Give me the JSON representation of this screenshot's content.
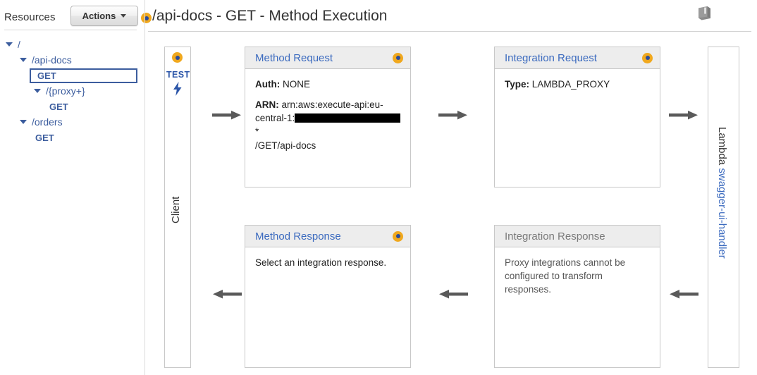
{
  "topbar": {
    "resources_label": "Resources",
    "actions_label": "Actions",
    "page_title": "/api-docs - GET - Method Execution",
    "book_icon": "documentation-book-icon"
  },
  "sidebar": {
    "tree": [
      {
        "label": "/",
        "type": "resource",
        "depth": 0,
        "expanded": true
      },
      {
        "label": "/api-docs",
        "type": "resource",
        "depth": 1,
        "expanded": true
      },
      {
        "label": "GET",
        "type": "method",
        "depth": 2,
        "selected": true
      },
      {
        "label": "/{proxy+}",
        "type": "resource",
        "depth": 2,
        "expanded": true
      },
      {
        "label": "GET",
        "type": "method",
        "depth": 3,
        "selected": false
      },
      {
        "label": "/orders",
        "type": "resource",
        "depth": 1,
        "expanded": true
      },
      {
        "label": "GET",
        "type": "method",
        "depth": 2,
        "selected": false
      }
    ]
  },
  "diagram": {
    "client_column": {
      "test_label": "TEST",
      "client_label": "Client",
      "bolt_icon": "lightning-bolt-icon",
      "node_icon": "orange-node-icon"
    },
    "lambda_column": {
      "prefix": "Lambda",
      "function_name": "swagger-ui-handler"
    },
    "panels": [
      {
        "id": "method-request",
        "title": "Method Request",
        "has_node": true,
        "muted": false,
        "fields": [
          {
            "label": "Auth:",
            "value": "NONE"
          },
          {
            "label": "ARN:",
            "value": "arn:aws:execute-api:eu-central-1:",
            "redacted": true,
            "suffix": "*",
            "tail": "/GET/api-docs"
          }
        ]
      },
      {
        "id": "integration-request",
        "title": "Integration Request",
        "has_node": true,
        "muted": false,
        "fields": [
          {
            "label": "Type:",
            "value": "LAMBDA_PROXY"
          }
        ]
      },
      {
        "id": "method-response",
        "title": "Method Response",
        "has_node": true,
        "muted": false,
        "text": "Select an integration response."
      },
      {
        "id": "integration-response",
        "title": "Integration Response",
        "has_node": false,
        "muted": true,
        "text": "Proxy integrations cannot be configured to transform responses."
      }
    ],
    "arrows": [
      {
        "id": "client-to-method-request",
        "direction": "right"
      },
      {
        "id": "method-request-to-integration-request",
        "direction": "right"
      },
      {
        "id": "integration-request-to-lambda",
        "direction": "right"
      },
      {
        "id": "method-response-to-client",
        "direction": "left"
      },
      {
        "id": "integration-response-to-method-response",
        "direction": "left"
      },
      {
        "id": "lambda-to-integration-response",
        "direction": "left"
      }
    ]
  },
  "colors": {
    "accent_orange": "#f0a81e",
    "link_blue": "#3c6bbf",
    "tree_blue": "#3c5d9e",
    "panel_header": "#ededed",
    "border": "#c8c8c8",
    "arrow_gray": "#5a5a5a"
  }
}
